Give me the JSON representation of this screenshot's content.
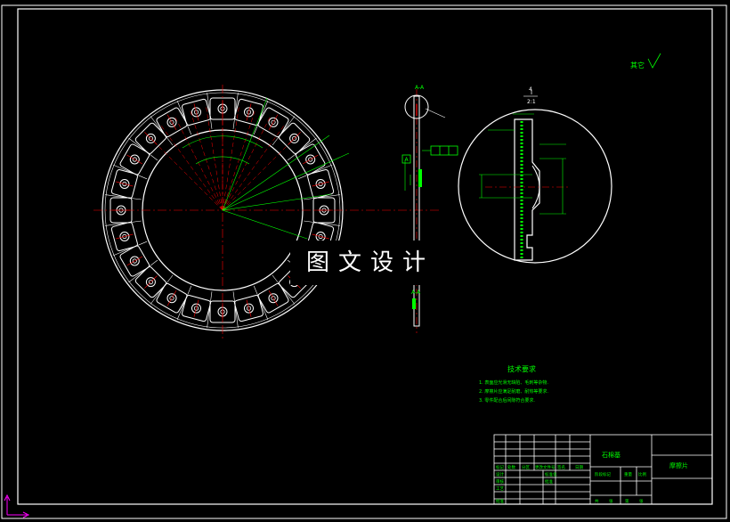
{
  "roughness_note": "其它",
  "section_label": "A-A",
  "detail_label": "I",
  "detail_scale": "2:1",
  "scale_label": "4",
  "datum_label": "A",
  "tech_requirements": {
    "title": "技术要求",
    "items": [
      "1. 表面应光滑无缺陷、毛刺等杂物.",
      "2. 摩擦片应满足耐磨、耐热等要求.",
      "3. 零件配合后间隙符合要求."
    ]
  },
  "title_block": {
    "material": "石棉基",
    "part_name": "摩擦片",
    "row_labels": [
      "标记",
      "处数",
      "分区",
      "更改文件号",
      "签名",
      "日期"
    ],
    "left_labels": [
      "设计",
      "审核",
      "工艺",
      "批准"
    ],
    "mid_labels": [
      "标准化",
      "批准"
    ],
    "stage_labels": [
      "阶段标记",
      "重量",
      "比例"
    ],
    "bottom_labels": [
      "共",
      "张",
      "第",
      "张"
    ]
  },
  "watermark": "图文设计",
  "colors": {
    "line": "#ffffff",
    "center": "#ff0000",
    "dimension": "#00ff00",
    "frame": "#ffffff",
    "ucs": "#ff00ff"
  }
}
